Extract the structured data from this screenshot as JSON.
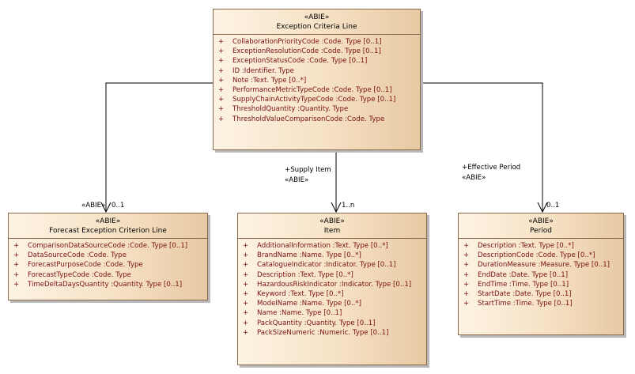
{
  "classes": {
    "exception_criteria_line": {
      "stereotype": "«ABIE»",
      "name": "Exception Criteria Line",
      "attributes": [
        {
          "vis": "+",
          "text": "CollaborationPriorityCode  :Code. Type [0..1]"
        },
        {
          "vis": "+",
          "text": "ExceptionResolutionCode  :Code. Type [0..1]"
        },
        {
          "vis": "+",
          "text": "ExceptionStatusCode  :Code. Type [0..1]"
        },
        {
          "vis": "+",
          "text": "ID  :Identifier. Type"
        },
        {
          "vis": "+",
          "text": "Note  :Text. Type [0..*]"
        },
        {
          "vis": "+",
          "text": "PerformanceMetricTypeCode  :Code. Type [0..1]"
        },
        {
          "vis": "+",
          "text": "SupplyChainActivityTypeCode  :Code. Type [0..1]"
        },
        {
          "vis": "+",
          "text": "ThresholdQuantity  :Quantity. Type"
        },
        {
          "vis": "+",
          "text": "ThresholdValueComparisonCode  :Code. Type"
        }
      ]
    },
    "forecast_exception_criterion_line": {
      "stereotype": "«ABIE»",
      "name": "Forecast Exception Criterion Line",
      "attributes": [
        {
          "vis": "+",
          "text": "ComparisonDataSourceCode  :Code. Type [0..1]"
        },
        {
          "vis": "+",
          "text": "DataSourceCode  :Code. Type"
        },
        {
          "vis": "+",
          "text": "ForecastPurposeCode  :Code. Type"
        },
        {
          "vis": "+",
          "text": "ForecastTypeCode  :Code. Type"
        },
        {
          "vis": "+",
          "text": "TimeDeltaDaysQuantity  :Quantity. Type [0..1]"
        }
      ]
    },
    "item": {
      "stereotype": "«ABIE»",
      "name": "Item",
      "attributes": [
        {
          "vis": "+",
          "text": "AdditionalInformation  :Text. Type [0..*]"
        },
        {
          "vis": "+",
          "text": "BrandName  :Name. Type [0..*]"
        },
        {
          "vis": "+",
          "text": "CatalogueIndicator  :Indicator. Type [0..1]"
        },
        {
          "vis": "+",
          "text": "Description  :Text. Type [0..*]"
        },
        {
          "vis": "+",
          "text": "HazardousRiskIndicator  :Indicator. Type [0..1]"
        },
        {
          "vis": "+",
          "text": "Keyword  :Text. Type [0..*]"
        },
        {
          "vis": "+",
          "text": "ModelName  :Name. Type [0..*]"
        },
        {
          "vis": "+",
          "text": "Name  :Name. Type [0..1]"
        },
        {
          "vis": "+",
          "text": "PackQuantity  :Quantity. Type [0..1]"
        },
        {
          "vis": "+",
          "text": "PackSizeNumeric  :Numeric. Type [0..1]"
        }
      ]
    },
    "period": {
      "stereotype": "«ABIE»",
      "name": "Period",
      "attributes": [
        {
          "vis": "+",
          "text": "Description  :Text. Type [0..*]"
        },
        {
          "vis": "+",
          "text": "DescriptionCode  :Code. Type [0..*]"
        },
        {
          "vis": "+",
          "text": "DurationMeasure  :Measure. Type [0..1]"
        },
        {
          "vis": "+",
          "text": "EndDate  :Date. Type [0..1]"
        },
        {
          "vis": "+",
          "text": "EndTime  :Time. Type [0..1]"
        },
        {
          "vis": "+",
          "text": "StartDate  :Date. Type [0..1]"
        },
        {
          "vis": "+",
          "text": "StartTime  :Time. Type [0..1]"
        }
      ]
    }
  },
  "associations": {
    "forecast": {
      "stereotype": "«ABIE»",
      "multiplicity": "0..1"
    },
    "item": {
      "role": "+Supply Item",
      "stereotype": "«ABIE»",
      "multiplicity": "1..n"
    },
    "period": {
      "role": "+Effective Period",
      "stereotype": "«ABIE»",
      "multiplicity": "0..1"
    }
  },
  "colors": {
    "class_fill_light": "#fdf3e3",
    "class_fill_dark": "#e7c9a3",
    "class_border": "#8a6a4a",
    "attribute_text": "#7a1010",
    "shadow": "#b9b9b9"
  }
}
